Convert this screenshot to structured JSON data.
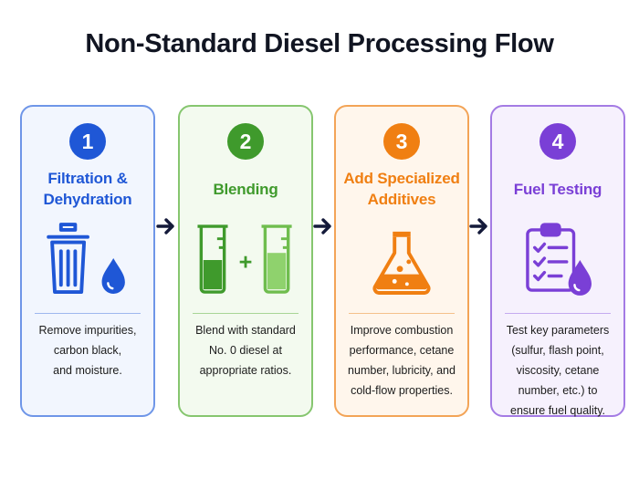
{
  "title": "Non-Standard Diesel Processing Flow",
  "colors": {
    "step1": "#1f57d6",
    "step2": "#3f9a2c",
    "step3": "#f07f12",
    "step4": "#7a3fd6",
    "arrow": "#141a3a"
  },
  "steps": [
    {
      "number": "1",
      "title_lines": [
        "Filtration &",
        "Dehydration"
      ],
      "icons": [
        "trash-bin-icon",
        "water-drop-icon"
      ],
      "desc_lines": [
        "Remove impurities,",
        "carbon black,",
        "and moisture."
      ]
    },
    {
      "number": "2",
      "title_lines": [
        "Blending"
      ],
      "icons": [
        "beaker-icon",
        "plus-icon",
        "beaker-icon"
      ],
      "plus": "+",
      "desc_lines": [
        "Blend with standard",
        "No. 0 diesel at",
        "appropriate ratios."
      ]
    },
    {
      "number": "3",
      "title_lines": [
        "Add Specialized",
        "Additives"
      ],
      "icons": [
        "flask-icon"
      ],
      "desc_lines": [
        "Improve combustion",
        "performance, cetane",
        "number, lubricity, and",
        "cold-flow properties."
      ]
    },
    {
      "number": "4",
      "title_lines": [
        "Fuel Testing"
      ],
      "icons": [
        "clipboard-checklist-icon",
        "fuel-drop-icon"
      ],
      "desc_lines": [
        "Test key parameters",
        "(sulfur, flash point,",
        "viscosity, cetane",
        "number, etc.) to",
        "ensure fuel quality."
      ]
    }
  ]
}
